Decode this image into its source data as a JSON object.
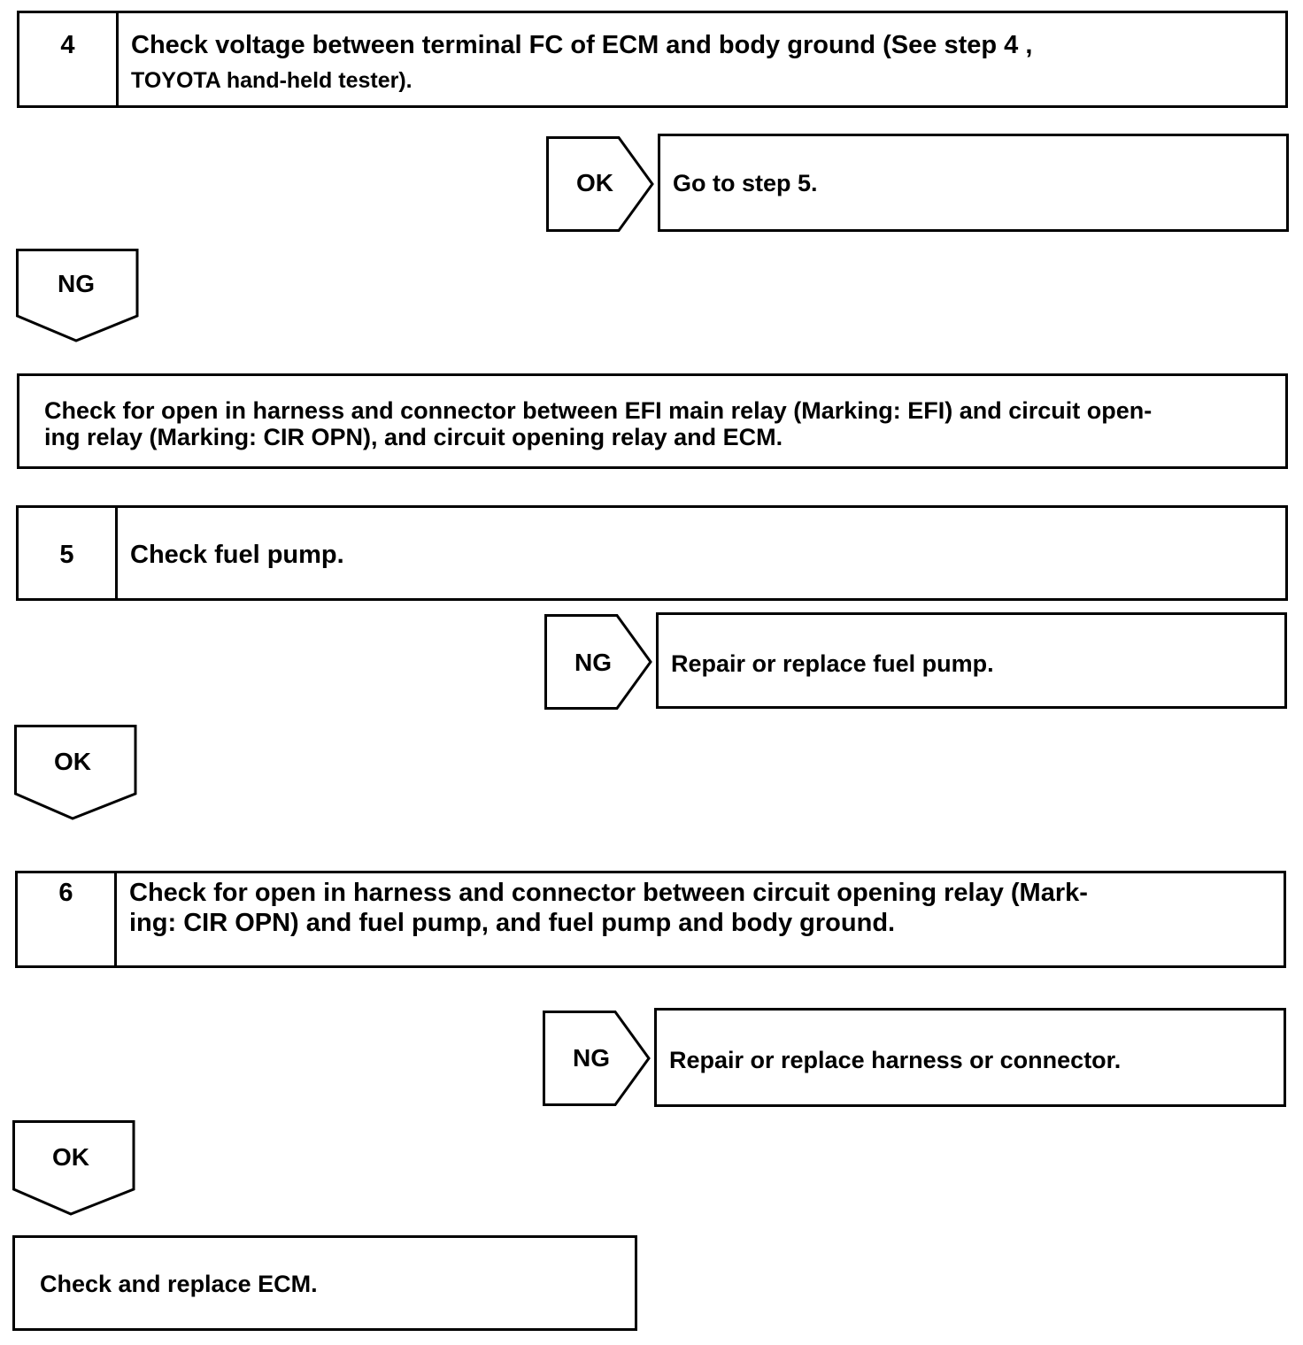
{
  "step4": {
    "number": "4",
    "line1": "Check voltage between terminal FC of ECM and body ground (See step 4 ,",
    "line2": "TOYOTA hand-held tester)."
  },
  "step4_ok": {
    "label": "OK",
    "result": "Go to step 5."
  },
  "step4_ng": {
    "label": "NG"
  },
  "check_harness_efi": {
    "line1": "Check for open in harness and connector between EFI main relay (Marking: EFI) and circuit open-",
    "line2": "ing relay (Marking: CIR OPN), and circuit opening relay and ECM."
  },
  "step5": {
    "number": "5",
    "text": "Check fuel pump."
  },
  "step5_ng": {
    "label": "NG",
    "result": "Repair or replace fuel pump."
  },
  "step5_ok": {
    "label": "OK"
  },
  "step6": {
    "number": "6",
    "line1": "Check for open in harness and connector between circuit opening relay (Mark-",
    "line2": "ing: CIR OPN) and fuel pump, and fuel pump and body ground."
  },
  "step6_ng": {
    "label": "NG",
    "result": "Repair or replace harness or connector."
  },
  "step6_ok": {
    "label": "OK"
  },
  "final": {
    "text": "Check and replace ECM."
  }
}
